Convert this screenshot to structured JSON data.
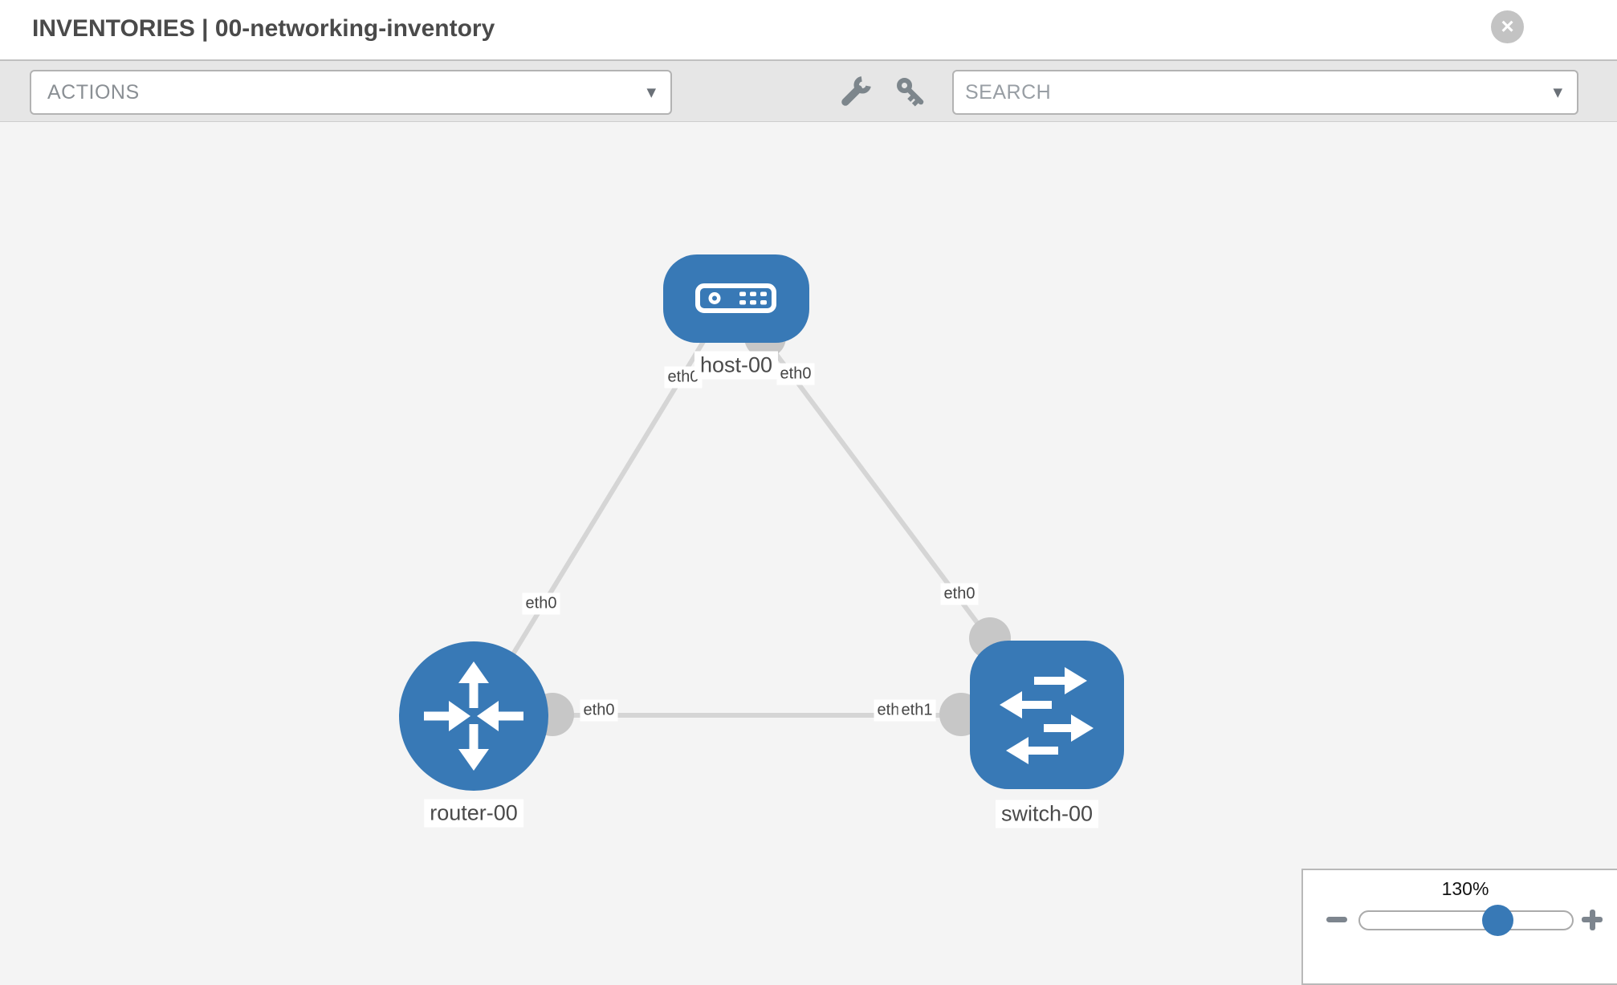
{
  "header": {
    "title": "INVENTORIES | 00-networking-inventory",
    "close_icon": "×"
  },
  "toolbar": {
    "actions_label": "ACTIONS",
    "search_placeholder": "SEARCH",
    "caret": "▼",
    "icons": [
      "wrench-icon",
      "key-icon"
    ]
  },
  "topology": {
    "nodes": [
      {
        "id": "host-00",
        "type": "host",
        "label": "host-00"
      },
      {
        "id": "router-00",
        "type": "router",
        "label": "router-00"
      },
      {
        "id": "switch-00",
        "type": "switch",
        "label": "switch-00"
      }
    ],
    "links": [
      {
        "from": "host-00",
        "from_if": "eth0",
        "to": "router-00",
        "to_if": "eth0"
      },
      {
        "from": "host-00",
        "from_if": "eth0",
        "to": "switch-00",
        "to_if": "eth0"
      },
      {
        "from": "router-00",
        "from_if": "eth0",
        "to": "switch-00",
        "to_if": "eth1"
      }
    ],
    "labels": {
      "host": "host-00",
      "router": "router-00",
      "switch": "switch-00",
      "host_left_if": "eth0",
      "host_right_if": "eth0",
      "router_top_if": "eth0",
      "switch_top_if": "eth0",
      "link_left_if": "eth0",
      "link_hidden_if": "eth0",
      "link_right_if": "eth1"
    }
  },
  "zoom_control": {
    "level": "130%",
    "zoom_out_icon": "minus",
    "zoom_in_icon": "plus"
  },
  "colors": {
    "node_blue": "#3879b6",
    "edge_gray": "#d5d5d5",
    "connector_gray": "#c7c7c7",
    "toolbar_bg": "#e6e6e6",
    "canvas_bg": "#f4f4f4"
  }
}
